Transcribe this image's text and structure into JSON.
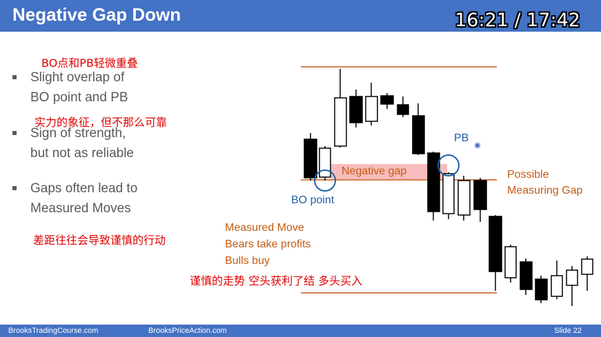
{
  "slide": {
    "title": "Negative Gap Down",
    "timer": "16:21 / 17:42",
    "bullets": [
      {
        "line1": "Slight overlap of",
        "line2": "BO point and PB"
      },
      {
        "line1": "Sign of strength,",
        "line2": "but not as reliable"
      },
      {
        "line1": "Gaps often lead to",
        "line2": "Measured Moves"
      }
    ],
    "annotations_cn": {
      "a1": "BO点和PB轻微重叠",
      "a2": "实力的象征，但不那么可靠",
      "a3": "差距往往会导致谨慎的行动",
      "a4": "谨慎的走势 空头获利了结 多头买入"
    },
    "chart_labels": {
      "pb": "PB",
      "bo_point": "BO point",
      "negative_gap": "Negative gap",
      "possible": "Possible",
      "measuring_gap": "Measuring Gap",
      "measured_move": "Measured Move",
      "bears_take_profits": "Bears take profits",
      "bulls_buy": "Bulls buy"
    },
    "footer": {
      "left": "BrooksTradingCourse.com",
      "center": "BrooksPriceAction.com",
      "right": "Slide  22"
    },
    "colors": {
      "header": "#4472c4",
      "level_line": "#c55a11",
      "gap_fill": "#f4a6a6",
      "annotation_cn": "#e00000",
      "circle": "#1f5fa8"
    }
  }
}
